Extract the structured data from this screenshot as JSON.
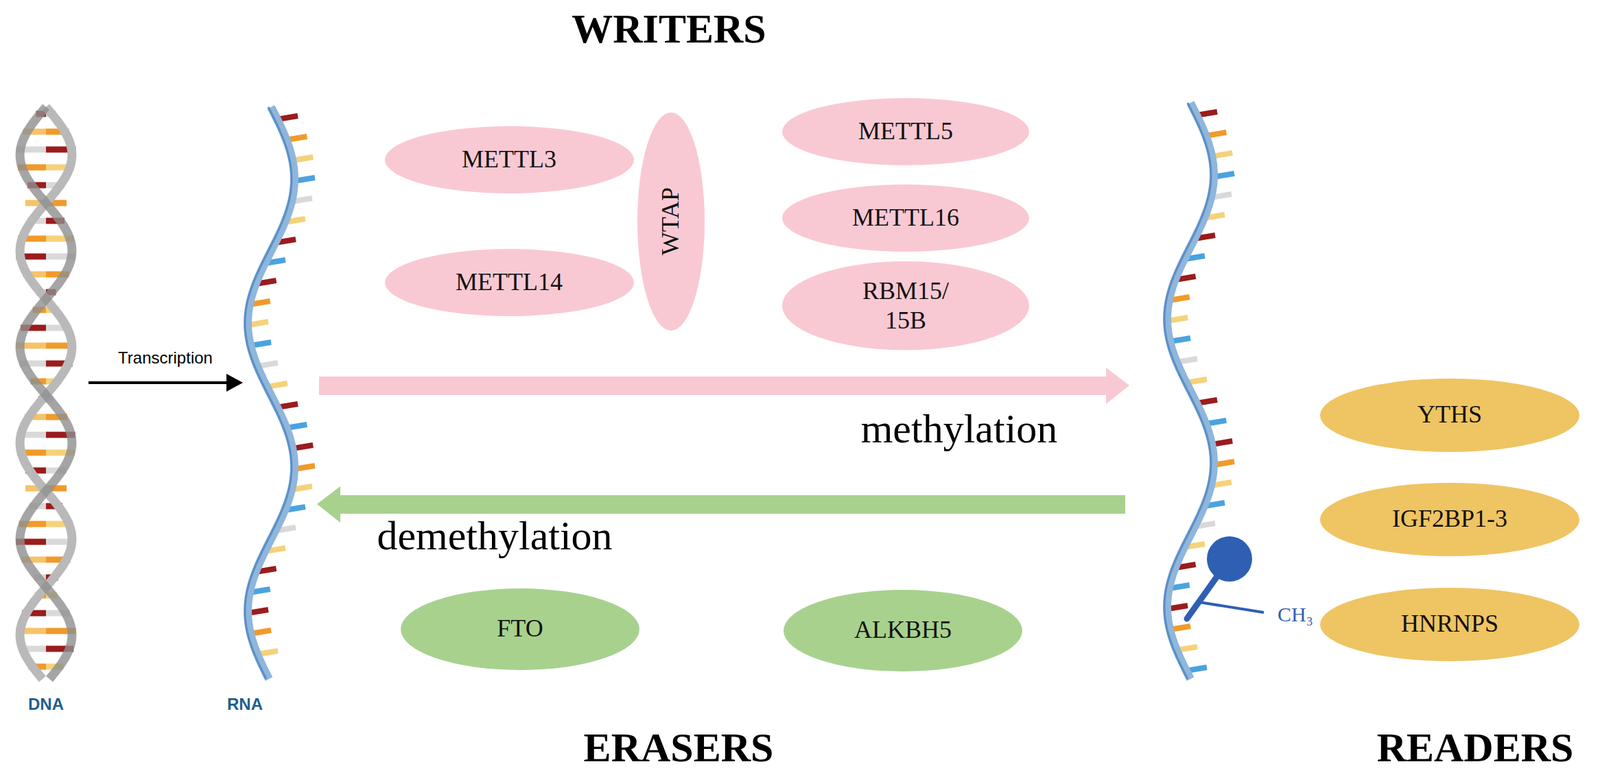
{
  "diagram": {
    "nodes": [
      {
        "text": [
          "METTL3"
        ]
      },
      {
        "text": [
          "WTAP"
        ]
      },
      {
        "text": [
          "METTL5"
        ]
      },
      {
        "text": [
          "METTL16"
        ]
      },
      {
        "text": [
          "METTL14"
        ]
      },
      {
        "text": [
          "RBM15/ 15B"
        ]
      },
      {
        "text": [
          "YTHS"
        ]
      },
      {
        "text": [
          "IGF2BP1-3"
        ]
      },
      {
        "text": [
          "FTO"
        ]
      },
      {
        "text": [
          "ALKBH5"
        ]
      },
      {
        "text": [
          "HNRNPS"
        ]
      }
    ],
    "labels": [
      "WRITERS",
      "Transcription",
      "methylation",
      "demethylation",
      "CH₃",
      "DNA",
      "RNA",
      "ERASERS",
      "READERS"
    ]
  }
}
